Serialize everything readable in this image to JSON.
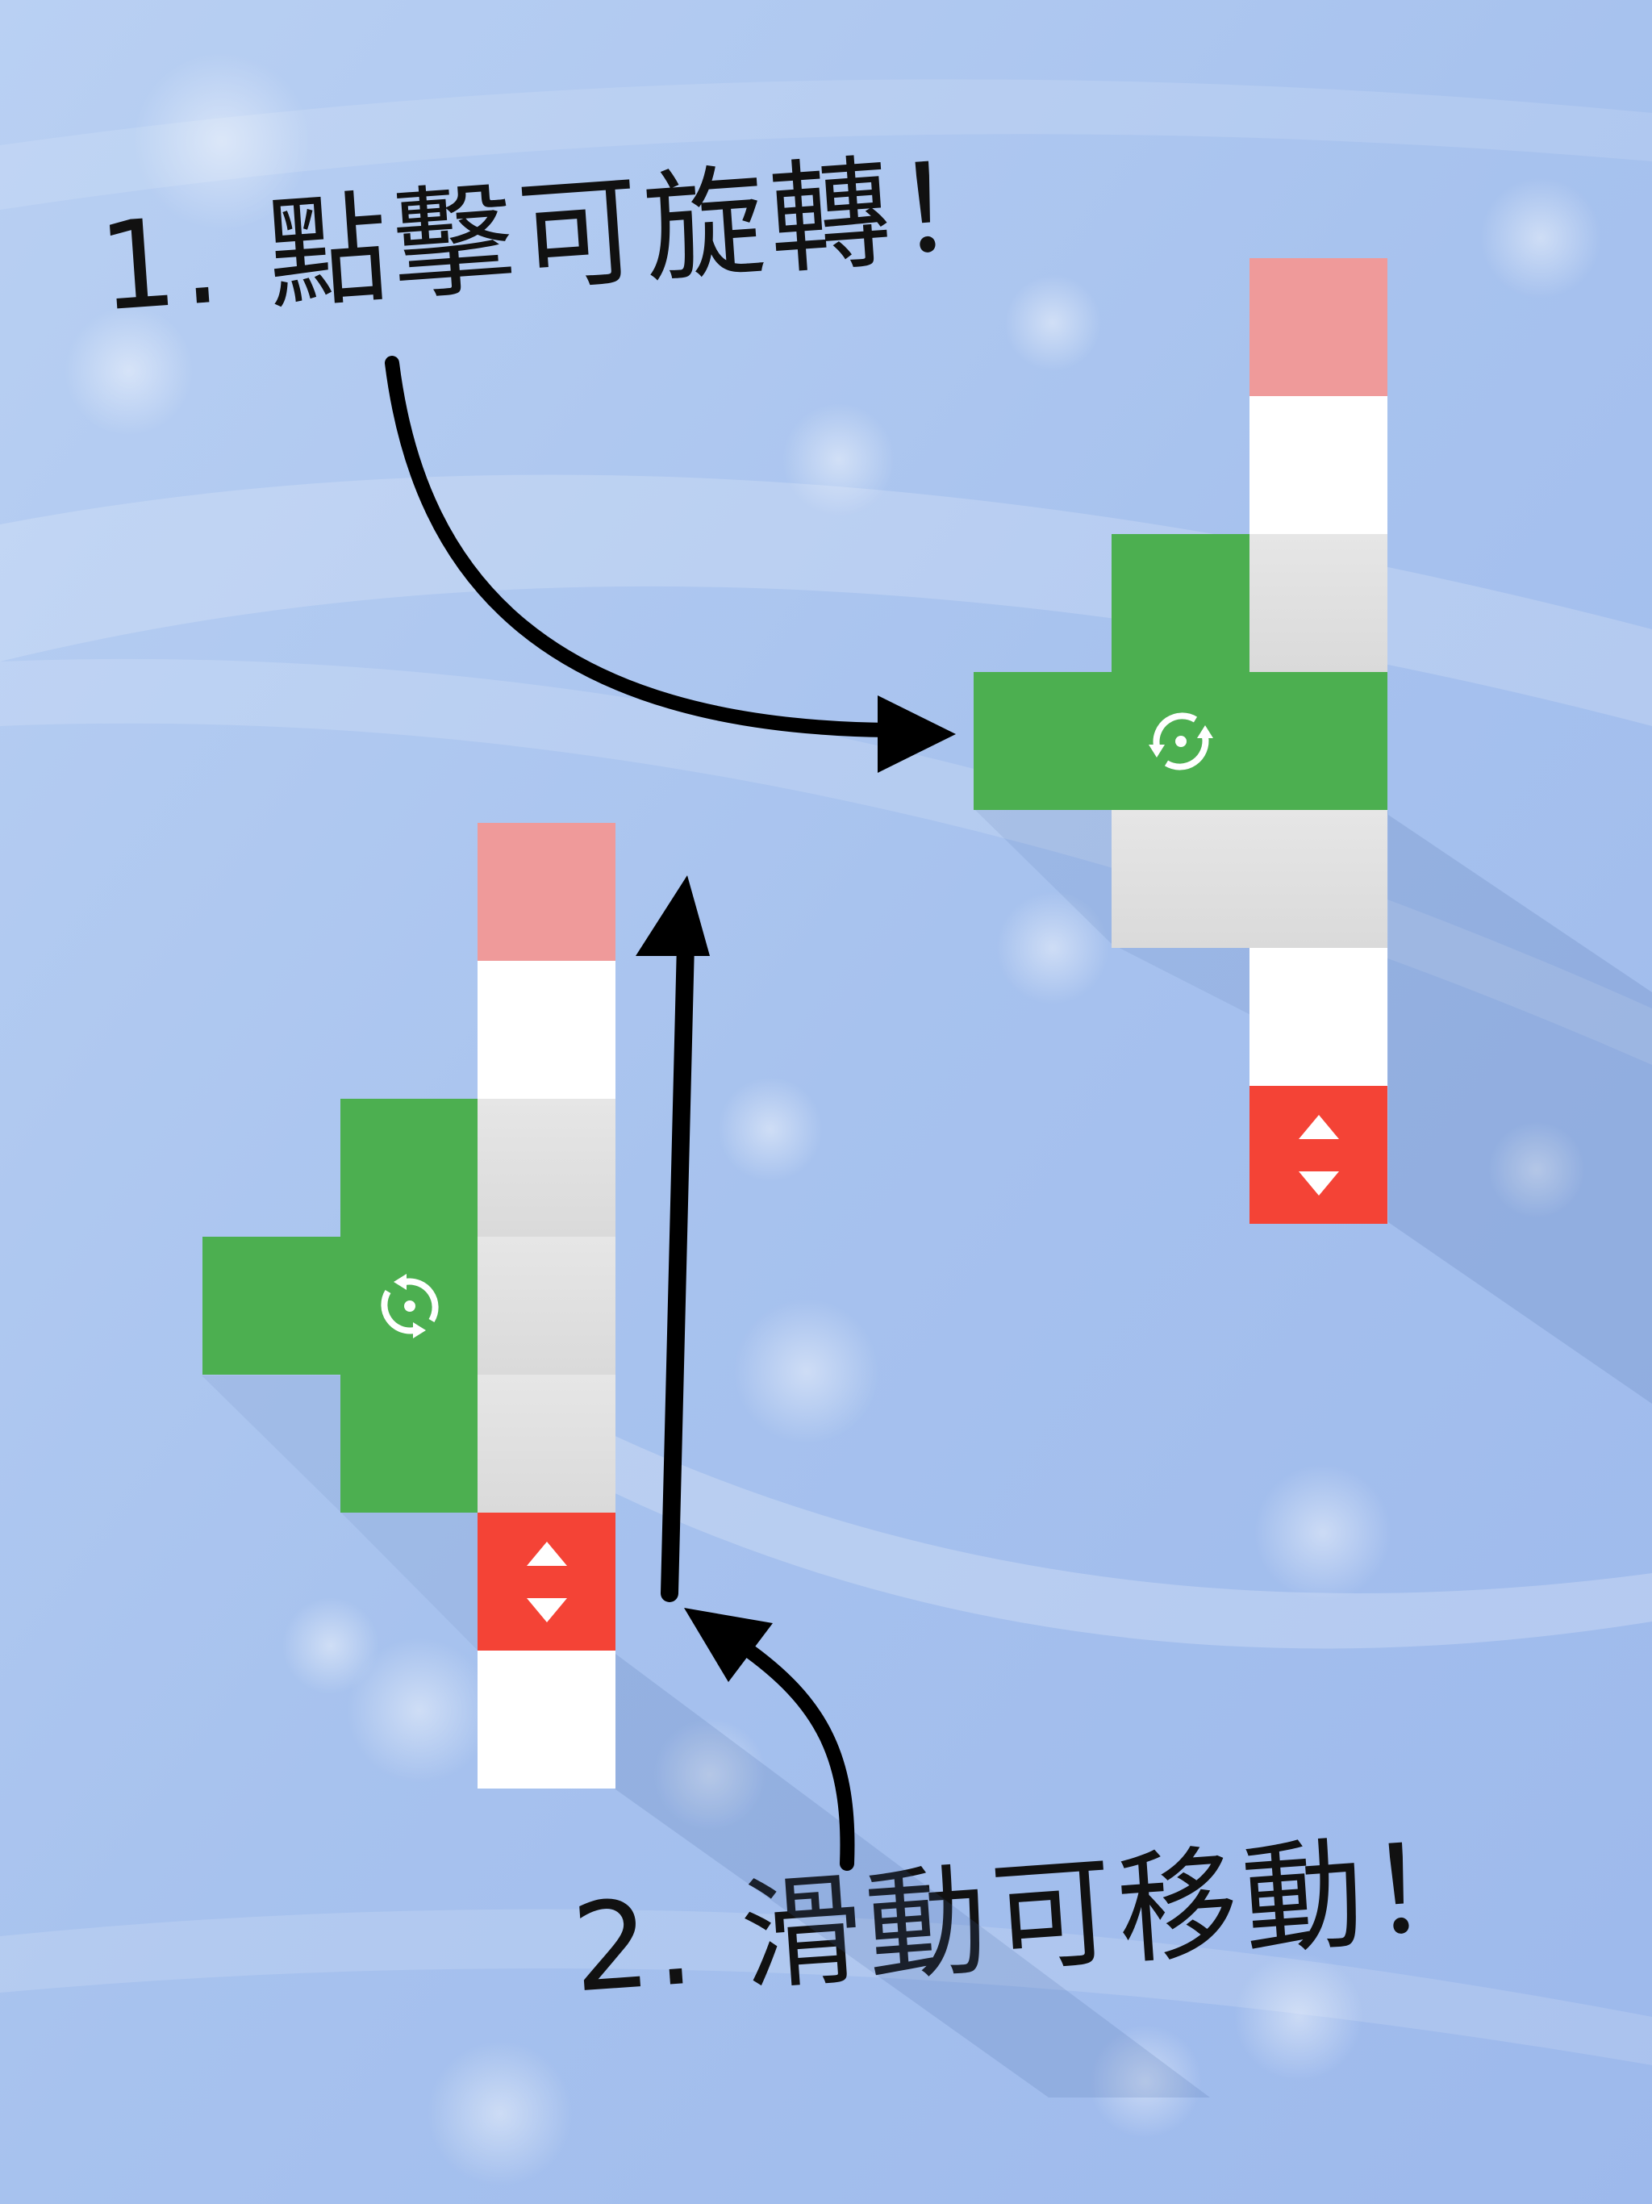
{
  "instructions": {
    "rotate_hint": "1. 點擊可旋轉！",
    "move_hint": "2. 滑動可移動！"
  },
  "colors": {
    "background": "#a9c4ee",
    "bar_white": "#ffffff",
    "bar_pink": "#ef9a9a",
    "bar_green": "#4caf50",
    "bar_red": "#f44336",
    "arrow": "#000000",
    "icon": "#ffffff"
  },
  "icons": {
    "rotate": "rotate-icon",
    "move": "up-down-arrows-icon",
    "gesture_arrow": "curved-arrow"
  }
}
